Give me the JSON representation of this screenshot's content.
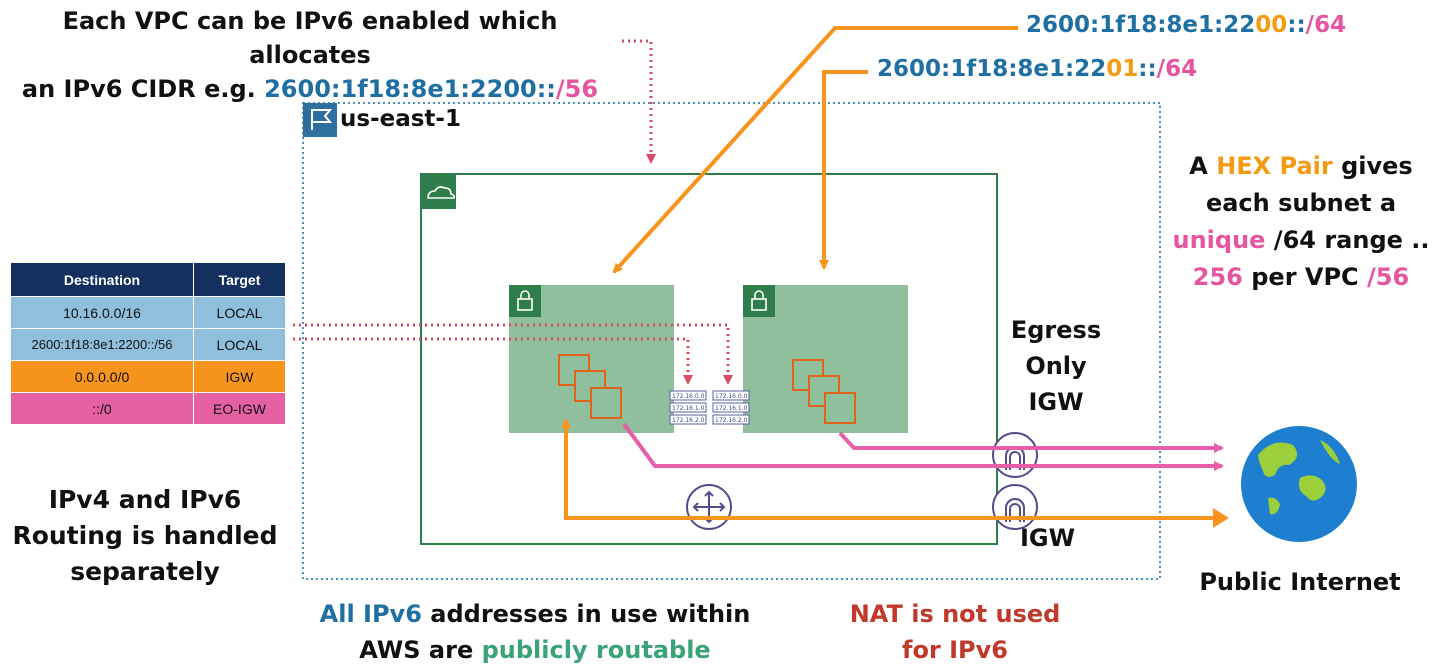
{
  "header": {
    "line1": "Each VPC can be IPv6 enabled which allocates",
    "line2_prefix": "an IPv6 CIDR e.g. ",
    "line2_cidr": "2600:1f18:8e1:2200::",
    "line2_mask": "/56"
  },
  "subnet_cidrs": [
    {
      "prefix": "2600:1f18:8e1:22",
      "hex": "00",
      "suffix": "::",
      "mask": "/64"
    },
    {
      "prefix": "2600:1f18:8e1:22",
      "hex": "01",
      "suffix": "::",
      "mask": "/64"
    }
  ],
  "region": {
    "label": "us-east-1"
  },
  "hex_note": {
    "a": "A ",
    "hex_pair": "HEX Pair",
    "gives": " gives",
    "line2": "each subnet a",
    "unique": "unique",
    "range": "  /64 range ..",
    "count": "256",
    "per_vpc": " per VPC ",
    "mask": "/56"
  },
  "route_table": {
    "headers": [
      "Destination",
      "Target"
    ],
    "rows": [
      {
        "destination": "10.16.0.0/16",
        "target": "LOCAL"
      },
      {
        "destination": "2600:1f18:8e1:2200::/56",
        "target": "LOCAL"
      },
      {
        "destination": "0.0.0.0/0",
        "target": "IGW"
      },
      {
        "destination": "::/0",
        "target": "EO-IGW"
      }
    ]
  },
  "route_table_entries": [
    "172.16.0.0",
    "172.16.1.0",
    "172.16.2.0"
  ],
  "egress": {
    "line1": "Egress",
    "line2": "Only",
    "line3": "IGW"
  },
  "igw": {
    "label": "IGW"
  },
  "routing_note": {
    "line1": "IPv4 and IPv6",
    "line2": "Routing is handled",
    "line3": "separately"
  },
  "public_internet": {
    "label": "Public Internet"
  },
  "ipv6_note": {
    "all": "All ",
    "ipv6": "IPv6",
    "rest1": " addresses in use within",
    "aws_are": "AWS are ",
    "routable": "publicly routable"
  },
  "nat_note": {
    "line1": "NAT is not used",
    "line2": "for IPv6"
  },
  "colors": {
    "ipv6_blue": "#1f6fa3",
    "hex_orange": "#f39c12",
    "mask_pink": "#e6559f",
    "vpc_green": "#3aa37a",
    "nat_red": "#c0392b",
    "table_header": "#14305e"
  }
}
